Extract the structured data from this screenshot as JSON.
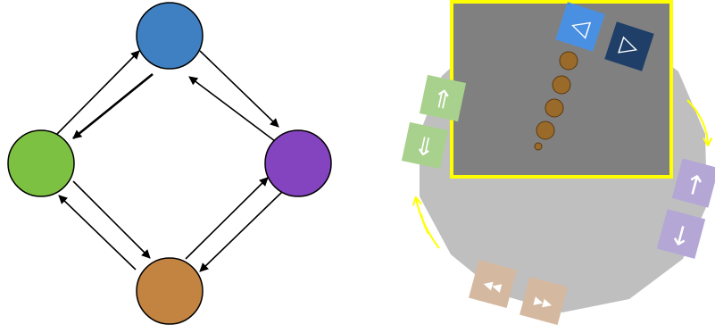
{
  "title": "",
  "colors": {
    "node_blue": "#3f80c3",
    "node_green": "#7dc142",
    "node_purple": "#8443bf",
    "node_orange": "#c38442",
    "disk_gray": "#bfbfbf",
    "viewport_fill": "#808080",
    "viewport_border": "#ffff00",
    "arrow_yellow": "#ffff00",
    "btn_blue_light": "#4a90e2",
    "btn_blue_dark": "#1f3f68",
    "btn_green": "#a9d18e",
    "btn_purple": "#b4a7d6",
    "btn_tan": "#d5b8a0",
    "coin": "#9a6a2a"
  },
  "graph": {
    "nodes": [
      {
        "id": "top",
        "color_key": "node_blue"
      },
      {
        "id": "left",
        "color_key": "node_green"
      },
      {
        "id": "right",
        "color_key": "node_purple"
      },
      {
        "id": "bottom",
        "color_key": "node_orange"
      }
    ],
    "edges": [
      {
        "from": "left",
        "to": "top"
      },
      {
        "from": "top",
        "to": "left",
        "emphasis": true
      },
      {
        "from": "top",
        "to": "right"
      },
      {
        "from": "right",
        "to": "top"
      },
      {
        "from": "left",
        "to": "bottom"
      },
      {
        "from": "bottom",
        "to": "left"
      },
      {
        "from": "bottom",
        "to": "right"
      },
      {
        "from": "right",
        "to": "bottom"
      }
    ]
  },
  "controls": {
    "rotate_left": {
      "icon": "triangle-left-icon",
      "glyph": "◁"
    },
    "rotate_right": {
      "icon": "triangle-right-icon",
      "glyph": "▷"
    },
    "up_double": {
      "icon": "double-arrow-up-icon",
      "glyph": "⇑"
    },
    "down_double": {
      "icon": "double-arrow-down-icon",
      "glyph": "⇓"
    },
    "up_single": {
      "icon": "arrow-up-icon",
      "glyph": "↑"
    },
    "down_single": {
      "icon": "arrow-down-icon",
      "glyph": "↓"
    },
    "rewind": {
      "icon": "rewind-icon",
      "glyph": "◀◀"
    },
    "fast_forward": {
      "icon": "fast-forward-icon",
      "glyph": "▶▶"
    }
  },
  "coins": {
    "count": 5
  }
}
